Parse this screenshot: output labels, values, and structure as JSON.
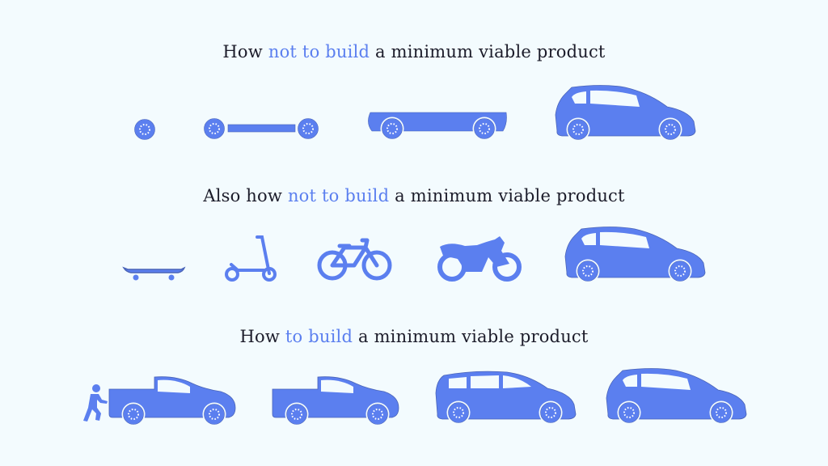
{
  "rows": [
    {
      "title": {
        "before": "How ",
        "highlight": "not to build",
        "after": " a minimum viable product"
      },
      "stages": [
        "wheel",
        "two-wheels-axle",
        "chassis",
        "car"
      ]
    },
    {
      "title": {
        "before": "Also how ",
        "highlight": "not to build",
        "after": " a minimum viable product"
      },
      "stages": [
        "skateboard",
        "scooter",
        "bicycle",
        "motorcycle",
        "car"
      ]
    },
    {
      "title": {
        "before": "How ",
        "highlight": "to build",
        "after": " a minimum viable product"
      },
      "stages": [
        "pushed-pickup",
        "pickup",
        "wagon",
        "car"
      ]
    }
  ],
  "colors": {
    "background": "#f3fbfe",
    "accent": "#5b7fef",
    "text": "#1c1c2a"
  }
}
